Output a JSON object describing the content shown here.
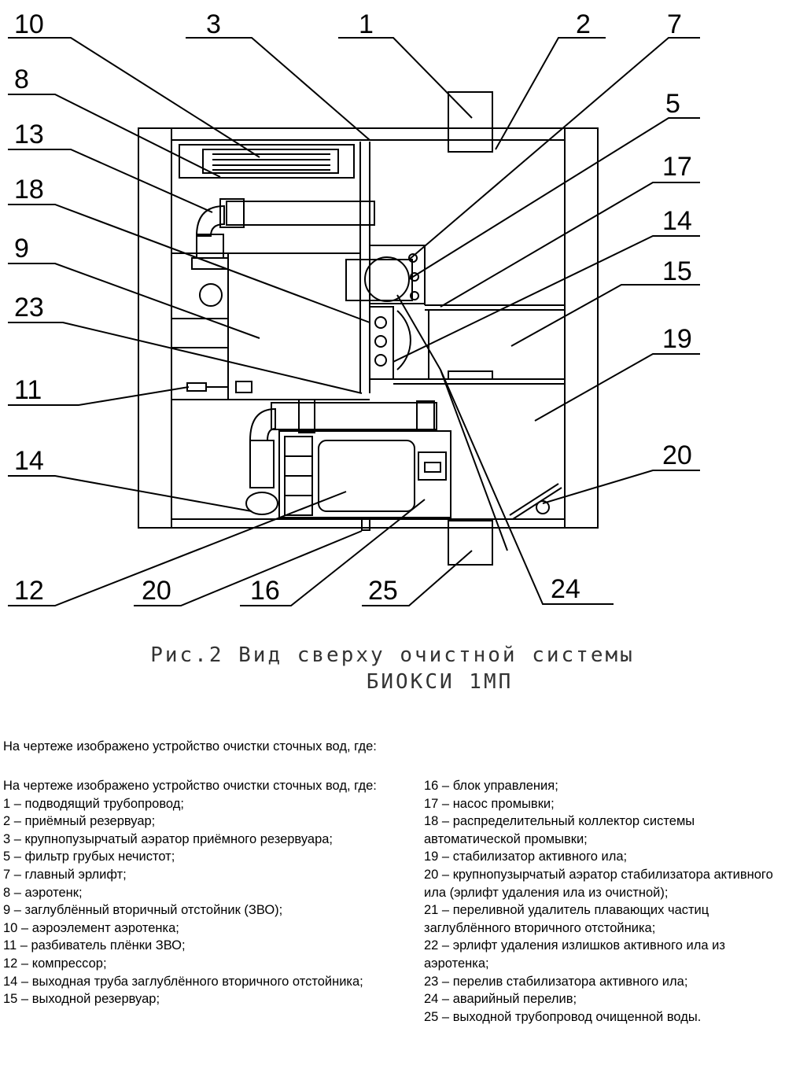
{
  "diagram": {
    "callouts": [
      "10",
      "3",
      "1",
      "2",
      "7",
      "8",
      "5",
      "13",
      "17",
      "18",
      "14",
      "9",
      "15",
      "23",
      "19",
      "11",
      "14",
      "20",
      "12",
      "20",
      "16",
      "25",
      "24"
    ]
  },
  "caption": {
    "line1": "Рис.2 Вид сверху очистной системы",
    "line2": "БИОКСИ 1МП"
  },
  "intro": "На чертеже изображено устройство очистки сточных вод, где:",
  "legend_left": [
    "На чертеже изображено устройство очистки сточных вод, где:",
    "1 – подводящий трубопровод;",
    "2 – приёмный резервуар;",
    "3 – крупнопузырчатый аэратор приёмного резервуара;",
    "5 – фильтр грубых нечистот;",
    "7 – главный эрлифт;",
    "8 – аэротенк;",
    "9 – заглублённый вторичный отстойник (ЗВО);",
    "10 – аэроэлемент аэротенка;",
    "11 – разбиватель плёнки ЗВО;",
    "12 – компрессор;",
    "14 – выходная труба заглублённого вторичного отстойника;",
    "15 – выходной резервуар;"
  ],
  "legend_right": [
    "16 – блок управления;",
    "17 – насос промывки;",
    "18 – распределительный коллектор системы автоматической промывки;",
    "19 – стабилизатор активного ила;",
    "20 – крупнопузырчатый аэратор стабилизатора активного ила (эрлифт удаления ила из очистной);",
    "21 – переливной удалитель плавающих частиц заглублённого вторичного отстойника;",
    "22 – эрлифт удаления излишков активного ила из аэротенка;",
    "23 – перелив стабилизатора активного ила;",
    "24 – аварийный перелив;",
    "25 – выходной трубопровод очищенной воды."
  ]
}
